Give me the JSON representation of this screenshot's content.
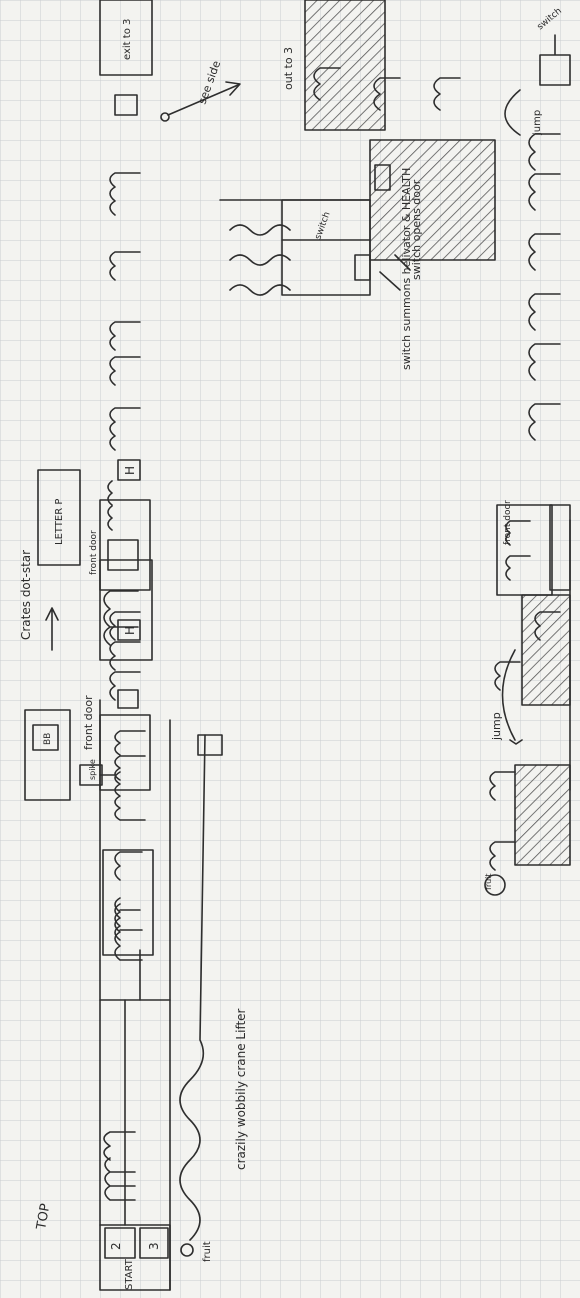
{
  "labels": {
    "top": "TOP",
    "start": "START",
    "n2": "2",
    "n3": "3",
    "fruit": "fruit",
    "crane": "crazily wobbily crane Lifter",
    "spike": "spike",
    "crates_dot_star": "Crates dot-star",
    "front_door_1": "front door",
    "bb": "BB",
    "h1": "H",
    "h2": "H",
    "letter_p": "LETTER P",
    "front_door_2": "front door",
    "see_side": "see side",
    "exit_to_3": "exit to 3",
    "switch": "switch",
    "switch_opens_door": "switch opens door",
    "switch_summons_helivator": "switch summons helivator & HEALTH",
    "out_to_3": "out to 3",
    "jump_1": "jump",
    "jump_2": "jump",
    "front_door_3": "front door",
    "switch_2": "switch",
    "fruit_2": "fruit"
  }
}
